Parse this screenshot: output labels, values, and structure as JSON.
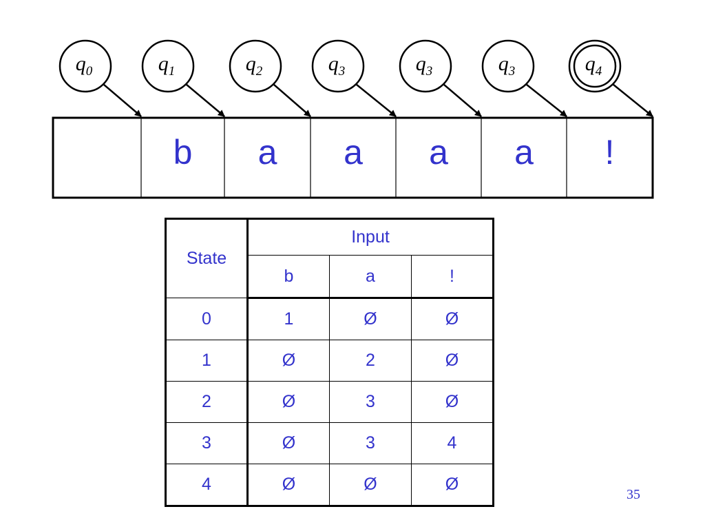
{
  "states": [
    {
      "letter": "q",
      "sub": "0",
      "accepting": false
    },
    {
      "letter": "q",
      "sub": "1",
      "accepting": false
    },
    {
      "letter": "q",
      "sub": "2",
      "accepting": false
    },
    {
      "letter": "q",
      "sub": "3",
      "accepting": false
    },
    {
      "letter": "q",
      "sub": "3",
      "accepting": false
    },
    {
      "letter": "q",
      "sub": "3",
      "accepting": false
    },
    {
      "letter": "q",
      "sub": "4",
      "accepting": true
    }
  ],
  "tape": [
    "",
    "b",
    "a",
    "a",
    "a",
    "a",
    "!"
  ],
  "table": {
    "state_header": "State",
    "input_header": "Input",
    "input_symbols": [
      "b",
      "a",
      "!"
    ],
    "rows": [
      {
        "state": "0",
        "cells": [
          "1",
          "Ø",
          "Ø"
        ]
      },
      {
        "state": "1",
        "cells": [
          "Ø",
          "2",
          "Ø"
        ]
      },
      {
        "state": "2",
        "cells": [
          "Ø",
          "3",
          "Ø"
        ]
      },
      {
        "state": "3",
        "cells": [
          "Ø",
          "3",
          "4"
        ]
      },
      {
        "state": "4",
        "cells": [
          "Ø",
          "Ø",
          "Ø"
        ]
      }
    ]
  },
  "page_number": "35",
  "colors": {
    "text_blue": "#3333cc",
    "line": "#000000"
  }
}
